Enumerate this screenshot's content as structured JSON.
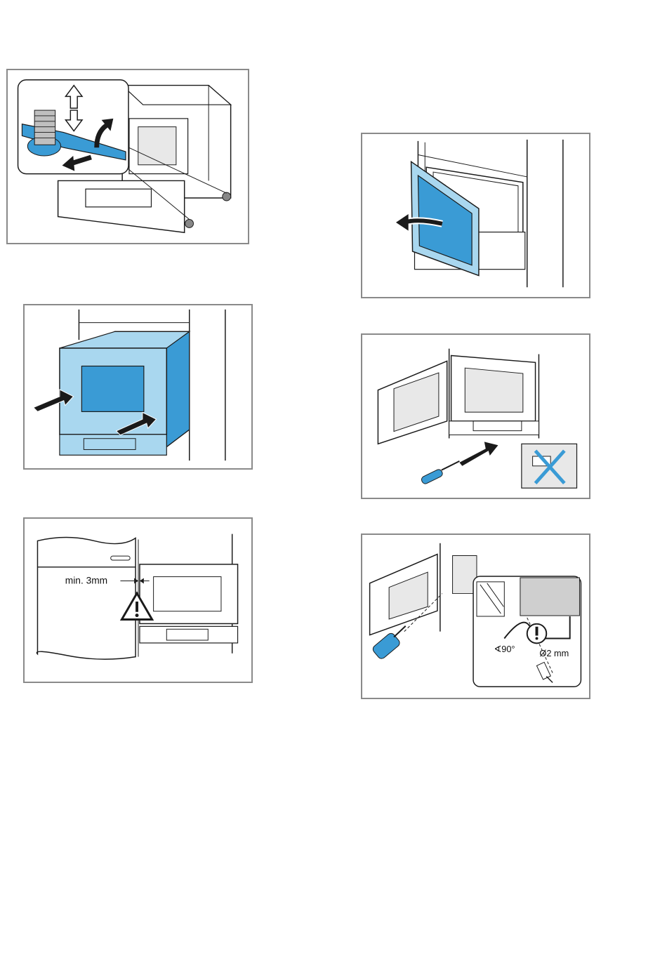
{
  "colors": {
    "accent_blue": "#3a9bd5",
    "light_blue": "#a9d7ef",
    "outline": "#1a1a1a",
    "panel_border": "#8a8a8a",
    "gray_fill": "#cfcfcf"
  },
  "figures": [
    {
      "id": "adjust-feet",
      "icons": [
        "wrench-icon",
        "up-down-arrow-icon",
        "curved-arrow-icon"
      ]
    },
    {
      "id": "open-door",
      "icons": [
        "curved-arrow-icon"
      ]
    },
    {
      "id": "push-into-niche",
      "icons": [
        "arrow-right-icon"
      ]
    },
    {
      "id": "fasten-screws",
      "icons": [
        "screwdriver-icon",
        "arrow-right-icon",
        "no-drill-icon"
      ]
    },
    {
      "id": "min-gap",
      "gap_label": "min. 3mm",
      "icons": [
        "warning-triangle-icon"
      ]
    },
    {
      "id": "pre-drill",
      "angle_label": "∢90°",
      "diameter_label": "Ø2 mm",
      "icons": [
        "drill-icon",
        "caution-icon"
      ]
    }
  ]
}
